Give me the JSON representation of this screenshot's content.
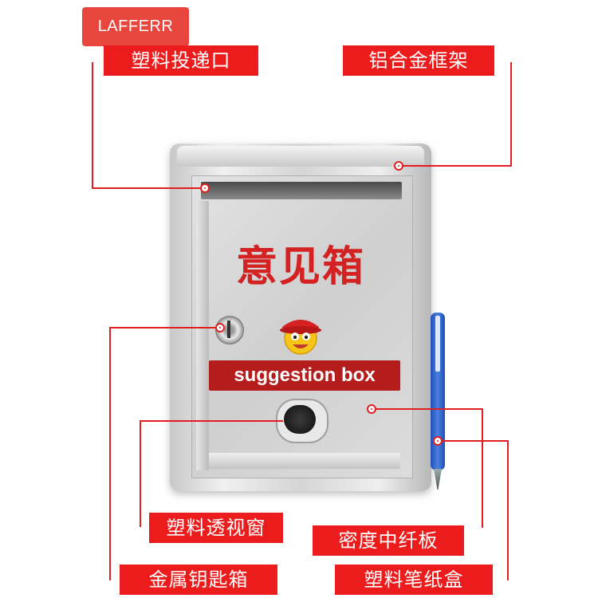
{
  "brand": {
    "text": "LAFFERR"
  },
  "labels": {
    "slot": "塑料投递口",
    "frame": "铝合金框架",
    "window": "塑料透视窗",
    "board": "密度中纤板",
    "lock": "金属钥匙箱",
    "pen": "塑料笔纸盒"
  },
  "box": {
    "title": "意见箱",
    "band_text": "suggestion box"
  },
  "colors": {
    "accent_red": "#ed1c1c",
    "box_red": "#b51c1c",
    "pen_blue": "#2a5cc8"
  }
}
